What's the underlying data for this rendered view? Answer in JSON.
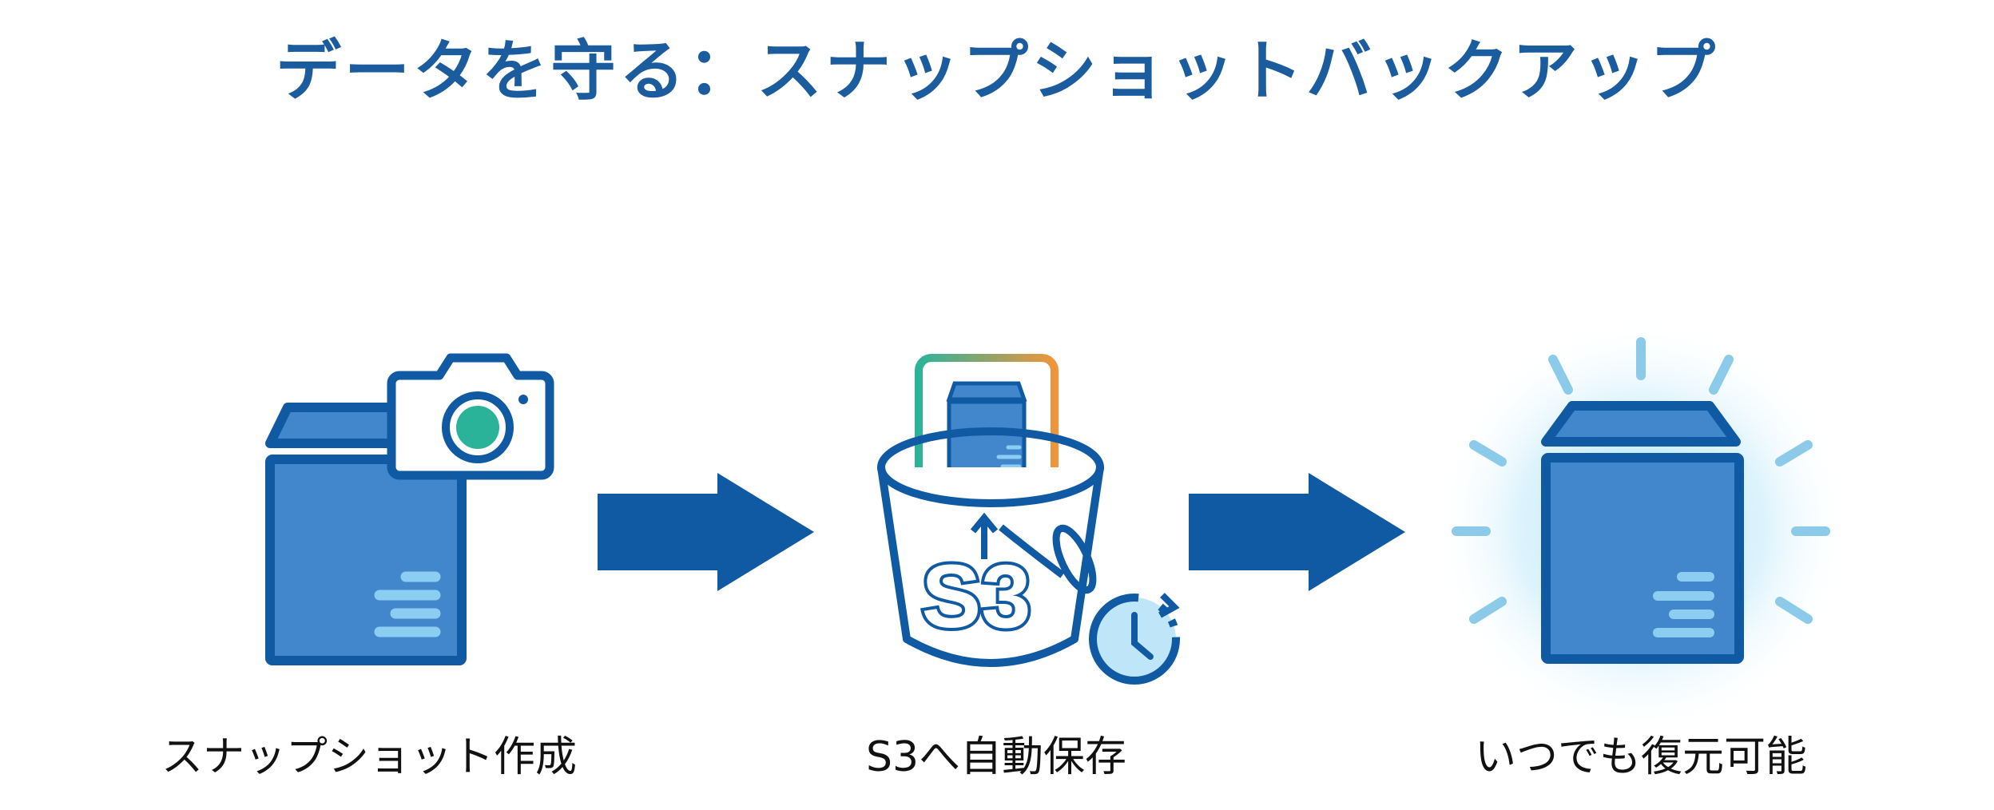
{
  "title": "データを守る：スナップショットバックアップ",
  "steps": [
    {
      "label": "スナップショット作成",
      "icon": "server-camera-icon"
    },
    {
      "label": "S3へ自動保存",
      "icon": "s3-bucket-icon",
      "bucket_text": "S3"
    },
    {
      "label": "いつでも復元可能",
      "icon": "glowing-server-icon"
    }
  ],
  "colors": {
    "primary": "#0f5aa3",
    "fill": "#4287cc",
    "accent_teal": "#2bb39a",
    "accent_orange": "#f0953a",
    "glow": "#bfe8fb"
  }
}
